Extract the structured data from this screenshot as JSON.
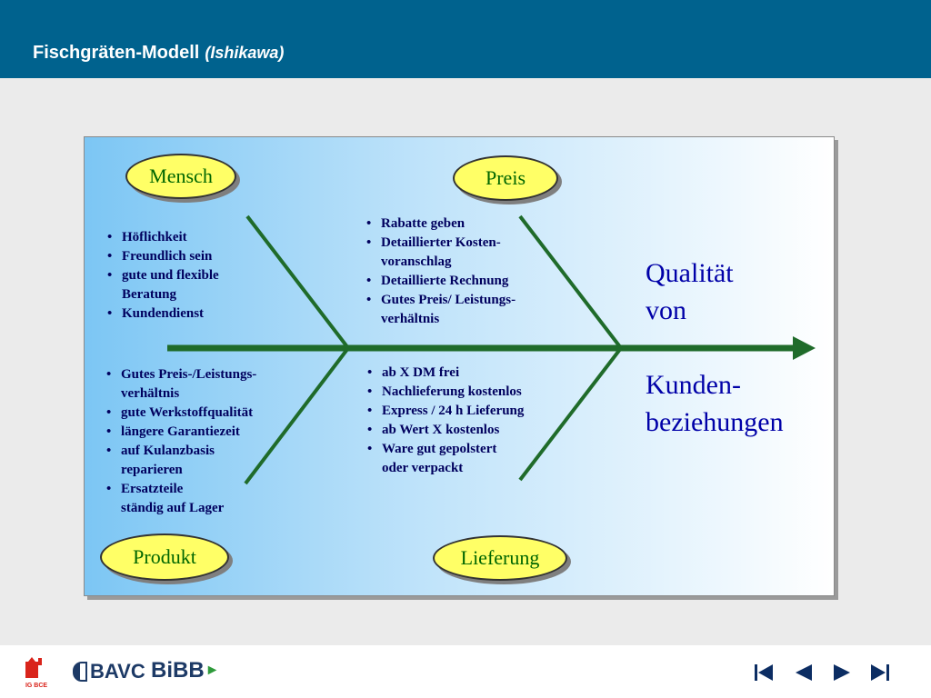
{
  "header": {
    "title": "Fischgräten-Modell",
    "subtitle": "(Ishikawa)"
  },
  "diagram": {
    "effect": {
      "lines": [
        "Qualität",
        "von",
        "",
        "Kunden-",
        "beziehungen"
      ]
    },
    "categories": {
      "mensch": {
        "label": "Mensch",
        "items": [
          "Höflichkeit",
          "Freundlich sein",
          "gute und flexible\nBeratung",
          "Kundendienst"
        ]
      },
      "preis": {
        "label": "Preis",
        "items": [
          "Rabatte geben",
          "Detaillierter Kosten-\nvoranschlag",
          "Detaillierte Rechnung",
          "Gutes Preis/ Leistungs-\nverhältnis"
        ]
      },
      "produkt": {
        "label": "Produkt",
        "items": [
          "Gutes Preis-/Leistungs-\nverhältnis",
          "gute Werkstoffqualität",
          "längere Garantiezeit",
          "auf Kulanzbasis\nreparieren",
          "Ersatzteile\nständig auf Lager"
        ]
      },
      "lieferung": {
        "label": "Lieferung",
        "items": [
          "ab X DM frei",
          "Nachlieferung kostenlos",
          "Express / 24 h Lieferung",
          "ab Wert X kostenlos",
          "Ware gut gepolstert\noder verpackt"
        ]
      }
    }
  },
  "footer": {
    "logos": {
      "bce": "IG BCE",
      "bavc": "BAVC",
      "bibb": "BiBB"
    },
    "nav": {
      "first": "first-icon",
      "prev": "prev-icon",
      "next": "next-icon",
      "last": "last-icon"
    }
  },
  "colors": {
    "header": "#00628e",
    "bone": "#1f6b2a",
    "oval_fill": "#ffff66",
    "oval_text": "#006600",
    "bullet_text": "#00005e",
    "effect_text": "#0000a8",
    "nav_icon": "#0c2d63"
  }
}
